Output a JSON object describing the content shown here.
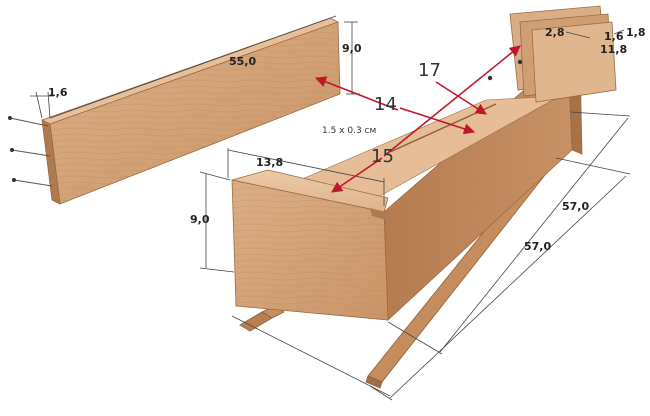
{
  "diagram": {
    "dimensions": {
      "long_board_length": "55,0",
      "long_board_height": "9,0",
      "long_board_thickness": "1,6",
      "front_width": "13,8",
      "front_height": "9,0",
      "slat_length_top": "57,0",
      "slat_length_bottom": "57,0",
      "end_a": "2,8",
      "end_b": "1,6",
      "end_c": "1,8",
      "end_d": "11,8"
    },
    "groove_label": "1.5 х 0.3 см",
    "callouts": {
      "c14": "14",
      "c15": "15",
      "c17": "17"
    },
    "colors": {
      "wood_front": "#d4a57e",
      "wood_side": "#b98257",
      "wood_top": "#e3b995",
      "wood_edge": "#a86f45",
      "arrow": "#c0182b"
    }
  }
}
